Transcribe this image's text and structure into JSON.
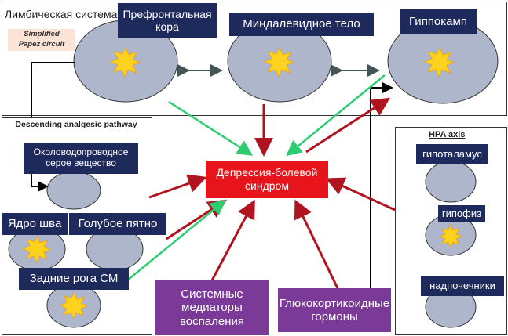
{
  "limbic": {
    "title": "Лимбическая система",
    "note_line1": "Simplified",
    "note_line2": "Papez circuit",
    "prefrontal": "Префронтальная кора",
    "amygdala": "Миндалевидное тело",
    "hippocampus": "Гиппокамп"
  },
  "descending": {
    "title": "Descending analgesic pathway",
    "pag": "Околоводопроводное серое вещество",
    "raphe": "Ядро шва",
    "locus": "Голубое пятно",
    "dorsal_horns": "Задние рога СМ"
  },
  "center": {
    "label": "Депрессия-болевой синдром"
  },
  "hpa": {
    "title": "HPA axis",
    "hypothalamus": "гипоталамус",
    "pituitary": "гипофиз",
    "adrenals": "надпочечники"
  },
  "bottom": {
    "inflammation": "Системные медиаторы воспаления",
    "glucocorticoid": "Глюкокортикоидные гормоны"
  },
  "colors": {
    "navy": "#1f2a5c",
    "red": "#e8141c",
    "purple": "#7b3a97",
    "green_arrow": "#2ecc71",
    "red_arrow": "#b0141e",
    "ellipse": "#aeb6cc"
  }
}
